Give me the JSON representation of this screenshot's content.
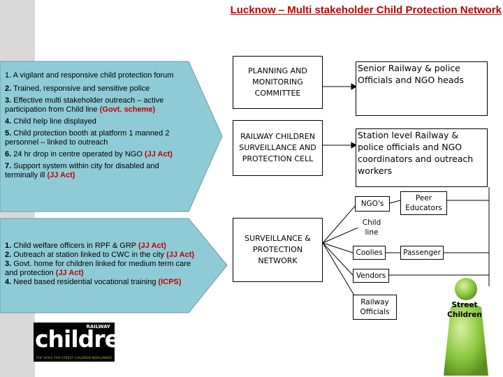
{
  "title": "Lucknow – Multi stakeholder Child Protection Network",
  "left_top": {
    "items": [
      {
        "n": "1.",
        "text": " A vigilant  and responsive child protection forum",
        "ref": ""
      },
      {
        "n": "2.",
        "text": " Trained, responsive and sensitive police",
        "ref": ""
      },
      {
        "n": "3.",
        "text": " Effective multi stakeholder outreach – active participation from Child line  ",
        "ref": "(Govt. scheme)"
      },
      {
        "n": "4.",
        "text": " Child help line displayed",
        "ref": ""
      },
      {
        "n": "5.",
        "text": " Child protection booth at platform 1 manned 2 personnel – linked to outreach",
        "ref": ""
      },
      {
        "n": "6.",
        "text": " 24 hr drop in centre operated by NGO ",
        "ref": "(JJ Act)"
      },
      {
        "n": "7.",
        "text": " Support system within city for disabled and terminally ill  ",
        "ref": "(JJ Act)"
      }
    ]
  },
  "left_bottom": {
    "items": [
      {
        "n": "1.",
        "text": " Child welfare officers in RPF & GRP ",
        "ref": "(JJ Act)"
      },
      {
        "n": "2.",
        "text": " Outreach at station linked to CWC in the city ",
        "ref": "(JJ Act)"
      },
      {
        "n": "3.",
        "text": " Govt. home for children linked for medium term care and protection ",
        "ref": "(JJ Act)"
      },
      {
        "n": "4.",
        "text": " Need based residential vocational training ",
        "ref": "(ICPS)"
      }
    ]
  },
  "logo": {
    "top": "RAILWAY",
    "word": "children",
    "tagline": "THE VOICE FOR STREET CHILDREN WORLDWIDE"
  },
  "middle": {
    "planning": "PLANNING AND MONITORING COMMITTEE",
    "cell": "RAILWAY CHILDREN SURVEILLANCE AND PROTECTION CELL",
    "network": "SURVEILLANCE & PROTECTION NETWORK"
  },
  "right": {
    "senior": "Senior Railway & police Officials and NGO heads",
    "station": "Station level Railway & police officials and NGO coordinators and outreach workers",
    "ngos": "NGO's",
    "peer": "Peer Educators",
    "childline": "Child line",
    "coolies": "Coolies",
    "passenger": "Passenger",
    "vendors": "Vendors",
    "railway_officials": "Railway Officials",
    "street_children": "Street Children"
  },
  "colors": {
    "title": "#c00000",
    "arrow_fill": "#8ecbd6",
    "figure": "#8cc63f",
    "black": "#000000"
  }
}
